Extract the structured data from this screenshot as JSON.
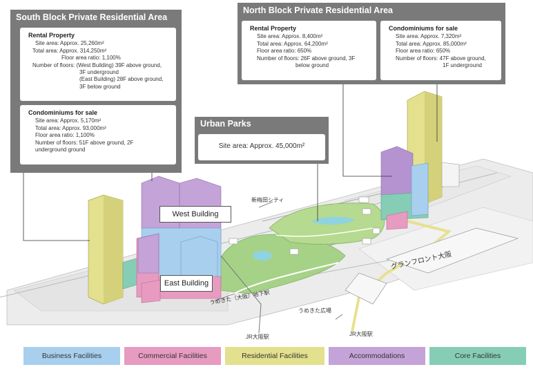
{
  "south": {
    "title": "South Block Private Residential Area",
    "rental": {
      "title": "Rental Property",
      "lines": [
        "Site area: Approx. 25,260m²",
        "Total area: Approx. 314,250m²",
        "Floor area ratio: 1,100%",
        "Number of floors: (West Building) 39F above ground,",
        "3F underground",
        "(East Building) 28F above ground,",
        "3F below ground"
      ]
    },
    "condo": {
      "title": "Condominiums for sale",
      "lines": [
        "Site area: Approx. 5,170m²",
        "Total area: Approx. 93,000m²",
        "Floor area ratio: 1,100%",
        "Number of floors: 51F above ground, 2F",
        "underground ground"
      ]
    }
  },
  "north": {
    "title": "North Block Private Residential Area",
    "rental": {
      "title": "Rental Property",
      "lines": [
        "Site area: Approx. 8,400m²",
        "Total area: Approx. 64,200m²",
        "Floor area ratio: 650%",
        "Number of floors: 26F above ground, 3F",
        "below ground"
      ]
    },
    "condo": {
      "title": "Condominiums for sale",
      "lines": [
        "Site area: Approx. 7,320m²",
        "Total area: Approx. 85,000m²",
        "Floor area ratio: 650%",
        "Number of floors: 47F above ground,",
        "1F underground"
      ]
    }
  },
  "parks": {
    "title": "Urban Parks",
    "site": "Site area: Approx. 45,000m²"
  },
  "labels": {
    "west": "West Building",
    "east": "East Building"
  },
  "map_text": {
    "shin_umeda": "新梅田シティ",
    "grand_front": "グランフロント大阪",
    "umekita_station": "うめきた（大阪）地下駅",
    "umekita_plaza": "うめきた広場",
    "jr_osaka_1": "JR大阪駅",
    "jr_osaka_2": "JR大阪駅"
  },
  "legend": [
    {
      "label": "Business Facilities",
      "color": "#a8cfee"
    },
    {
      "label": "Commercial Facilities",
      "color": "#e79bc0"
    },
    {
      "label": "Residential Facilities",
      "color": "#e3e08e"
    },
    {
      "label": "Accommodations",
      "color": "#c3a3d8"
    },
    {
      "label": "Core Facilities",
      "color": "#86cdb6"
    }
  ],
  "colors": {
    "panel": "#7a7a7a",
    "business": "#a8cfee",
    "commercial": "#e79bc0",
    "residential": "#e3e08e",
    "accommodation": "#b493d0",
    "core": "#86cdb6",
    "park": "#9ccf7e"
  }
}
